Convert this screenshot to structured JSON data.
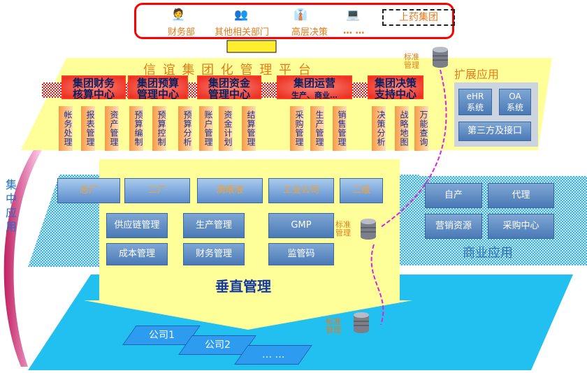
{
  "top": {
    "items": [
      "财务部",
      "其他相关部门",
      "高层决策",
      "… …"
    ],
    "group": "上药集团"
  },
  "platform": {
    "title": "信 谊 集 团 化 管 理 平 台",
    "centers": [
      {
        "l1": "集团财务",
        "l2": "核算中心",
        "cols": [
          "帐务处理",
          "报表管理",
          "资产管理"
        ]
      },
      {
        "l1": "集团预算",
        "l2": "管理中心",
        "cols": [
          "预算编制",
          "预算控制",
          "预算分析"
        ]
      },
      {
        "l1": "集团资金",
        "l2": "管理中心",
        "cols": [
          "账户管理",
          "资金计划",
          "结算管理"
        ]
      },
      {
        "l1": "集团运营",
        "l2": "生产、商业…",
        "cols": [
          "采购管理",
          "生产管理",
          "销售管理"
        ]
      },
      {
        "l1": "集团决策",
        "l2": "支持中心",
        "cols": [
          "决策分析",
          "战略地图",
          "万能查询"
        ]
      }
    ]
  },
  "extension": {
    "title": "扩展应用",
    "ehr": "eHR\n系统",
    "oa": "OA\n系统",
    "third": "第三方及接口"
  },
  "standard": "标准管理",
  "factories": [
    "总厂",
    "二厂",
    "滴眼液",
    "工业公司",
    "二级"
  ],
  "modules": [
    "供应链管理",
    "生产管理",
    "GMP",
    "成本管理",
    "财务管理",
    "监管码"
  ],
  "commercial": {
    "title": "商业应用",
    "items": [
      "自产",
      "代理",
      "营销资源",
      "采购中心"
    ]
  },
  "vertical": "垂直管理",
  "central": "集中应用",
  "companies": [
    "公司1",
    "公司2",
    "… …"
  ],
  "colors": {
    "yellow": "#ffff99",
    "red": "#e8281c",
    "blue": "#4a79b6",
    "orange": "#e87a1a"
  }
}
